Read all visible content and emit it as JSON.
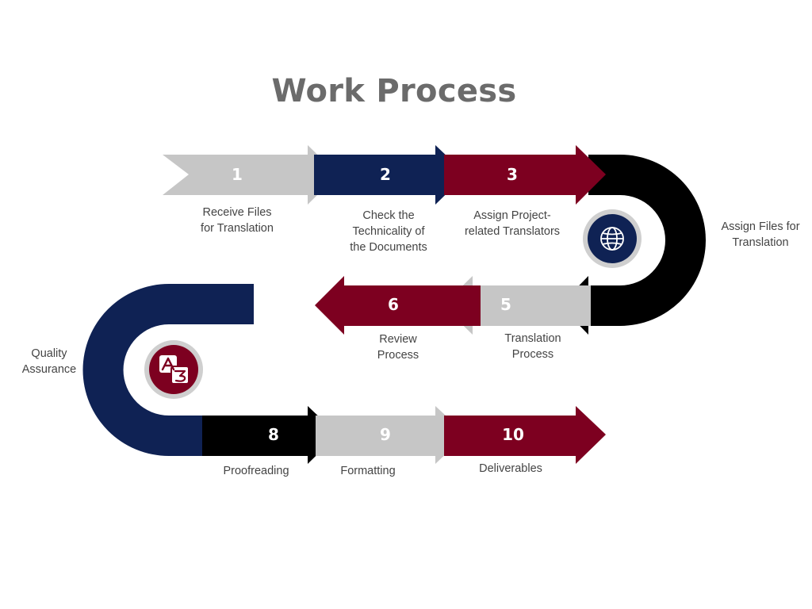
{
  "title": "Work Process",
  "colors": {
    "gray": "#c6c6c6",
    "navy": "#0f2254",
    "maroon": "#7d0020",
    "black": "#000000",
    "white": "#ffffff"
  },
  "steps": [
    {
      "number": "1",
      "label": "Receive Files\nfor Translation",
      "color": "gray"
    },
    {
      "number": "2",
      "label": "Check the\nTechnicality of\nthe Documents",
      "color": "navy"
    },
    {
      "number": "3",
      "label": "Assign Project-\nrelated Translators",
      "color": "maroon"
    },
    {
      "number": "",
      "label": "Assign Files for\nTranslation",
      "color": "black"
    },
    {
      "number": "5",
      "label": "Translation\nProcess",
      "color": "gray"
    },
    {
      "number": "6",
      "label": "Review\nProcess",
      "color": "maroon"
    },
    {
      "number": "",
      "label": "Quality\nAssurance",
      "color": "navy"
    },
    {
      "number": "8",
      "label": "Proofreading",
      "color": "black"
    },
    {
      "number": "9",
      "label": "Formatting",
      "color": "gray"
    },
    {
      "number": "10",
      "label": "Deliverables",
      "color": "maroon"
    }
  ],
  "icons": [
    {
      "name": "globe-icon",
      "color": "navy"
    },
    {
      "name": "language-translation-icon",
      "color": "maroon"
    }
  ]
}
